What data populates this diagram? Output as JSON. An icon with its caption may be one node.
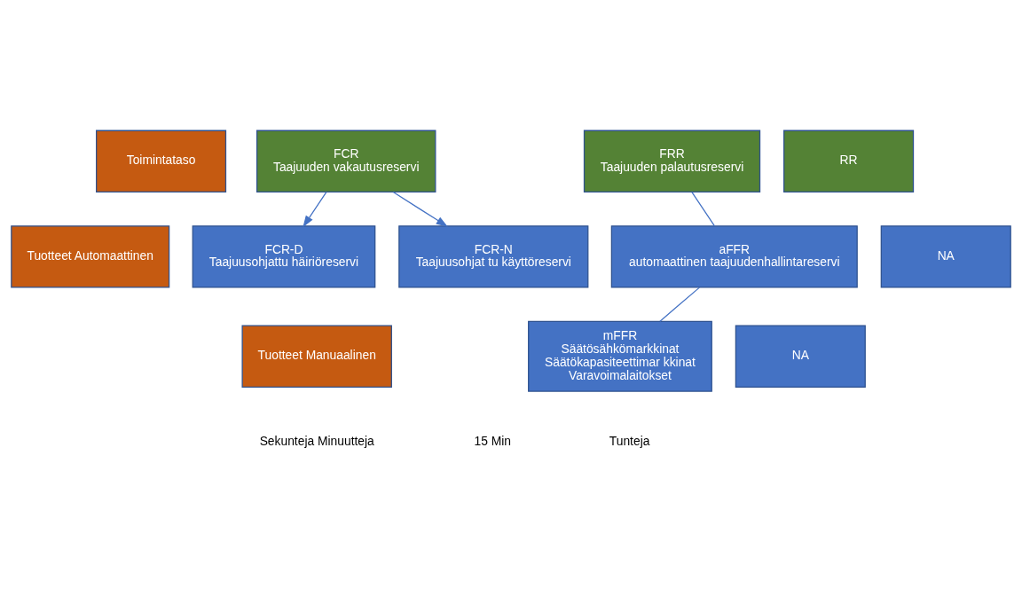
{
  "diagram": {
    "nodes": [
      {
        "text": [
          "Toimintataso"
        ]
      },
      {
        "text": [
          "Tuotteet Automaattinen"
        ]
      },
      {
        "text": [
          "Tuotteet Manuaalinen"
        ]
      },
      {
        "text": [
          "FCR",
          "Taajuuden vakautusreservi"
        ]
      },
      {
        "text": [
          "FRR",
          "Taajuuden palautusreservi"
        ]
      },
      {
        "text": [
          "RR"
        ]
      },
      {
        "text": [
          "FCR-D",
          "Taajuusohjattu häiriöreservi"
        ]
      },
      {
        "text": [
          "FCR-N",
          "Taajuusohjat tu käyttöreservi"
        ]
      },
      {
        "text": [
          "aFFR",
          "automaattinen taajuudenhallintareservi"
        ]
      },
      {
        "text": [
          "NA"
        ]
      },
      {
        "text": [
          "mFFR",
          "Säätösähkömarkkinat",
          "Säätökapasiteettimar kkinat",
          "Varavoimalaitokset"
        ]
      },
      {
        "text": [
          "NA"
        ]
      }
    ],
    "edges": [
      {
        "from": 3,
        "to": 6,
        "arrow": "to"
      },
      {
        "from": 3,
        "to": 7,
        "arrow": "to"
      },
      {
        "from": 4,
        "to": 8,
        "arrow": "none"
      },
      {
        "from": 8,
        "to": 10,
        "arrow": "none"
      }
    ],
    "labels": [
      "Sekunteja Minuutteja",
      "15 Min",
      "Tunteja"
    ]
  }
}
